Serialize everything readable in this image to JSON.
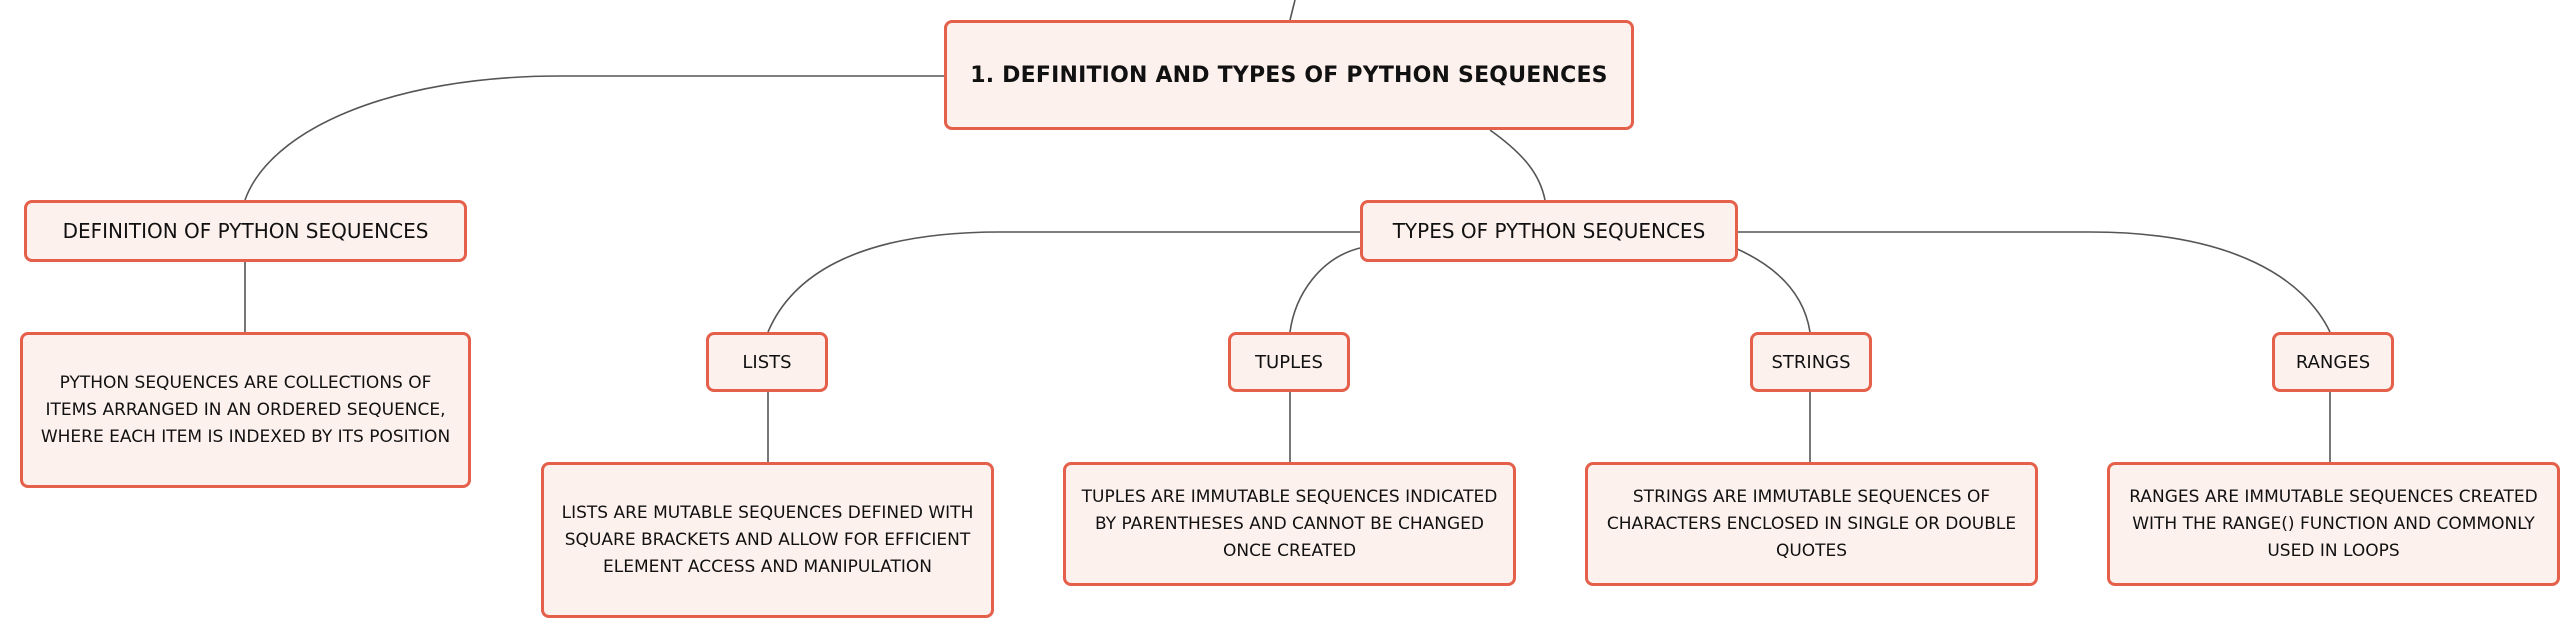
{
  "diagram": {
    "root": {
      "label": "1. DEFINITION AND TYPES OF PYTHON SEQUENCES"
    },
    "definition": {
      "label": "DEFINITION OF PYTHON SEQUENCES",
      "detail": "PYTHON SEQUENCES ARE COLLECTIONS OF ITEMS ARRANGED IN AN ORDERED SEQUENCE, WHERE EACH ITEM IS INDEXED BY ITS POSITION"
    },
    "types": {
      "label": "TYPES OF PYTHON SEQUENCES",
      "items": [
        {
          "label": "LISTS",
          "detail": "LISTS ARE MUTABLE SEQUENCES DEFINED WITH SQUARE BRACKETS AND ALLOW FOR EFFICIENT ELEMENT ACCESS AND MANIPULATION"
        },
        {
          "label": "TUPLES",
          "detail": "TUPLES ARE IMMUTABLE SEQUENCES INDICATED BY PARENTHESES AND CANNOT BE CHANGED ONCE CREATED"
        },
        {
          "label": "STRINGS",
          "detail": "STRINGS ARE IMMUTABLE SEQUENCES OF CHARACTERS ENCLOSED IN SINGLE OR DOUBLE QUOTES"
        },
        {
          "label": "RANGES",
          "detail": "RANGES ARE IMMUTABLE SEQUENCES CREATED WITH THE RANGE() FUNCTION AND COMMONLY USED IN LOOPS"
        }
      ]
    }
  },
  "colors": {
    "node_border": "#e5604b",
    "node_fill": "#fdf1ee",
    "connector": "#555555",
    "text": "#111111"
  }
}
